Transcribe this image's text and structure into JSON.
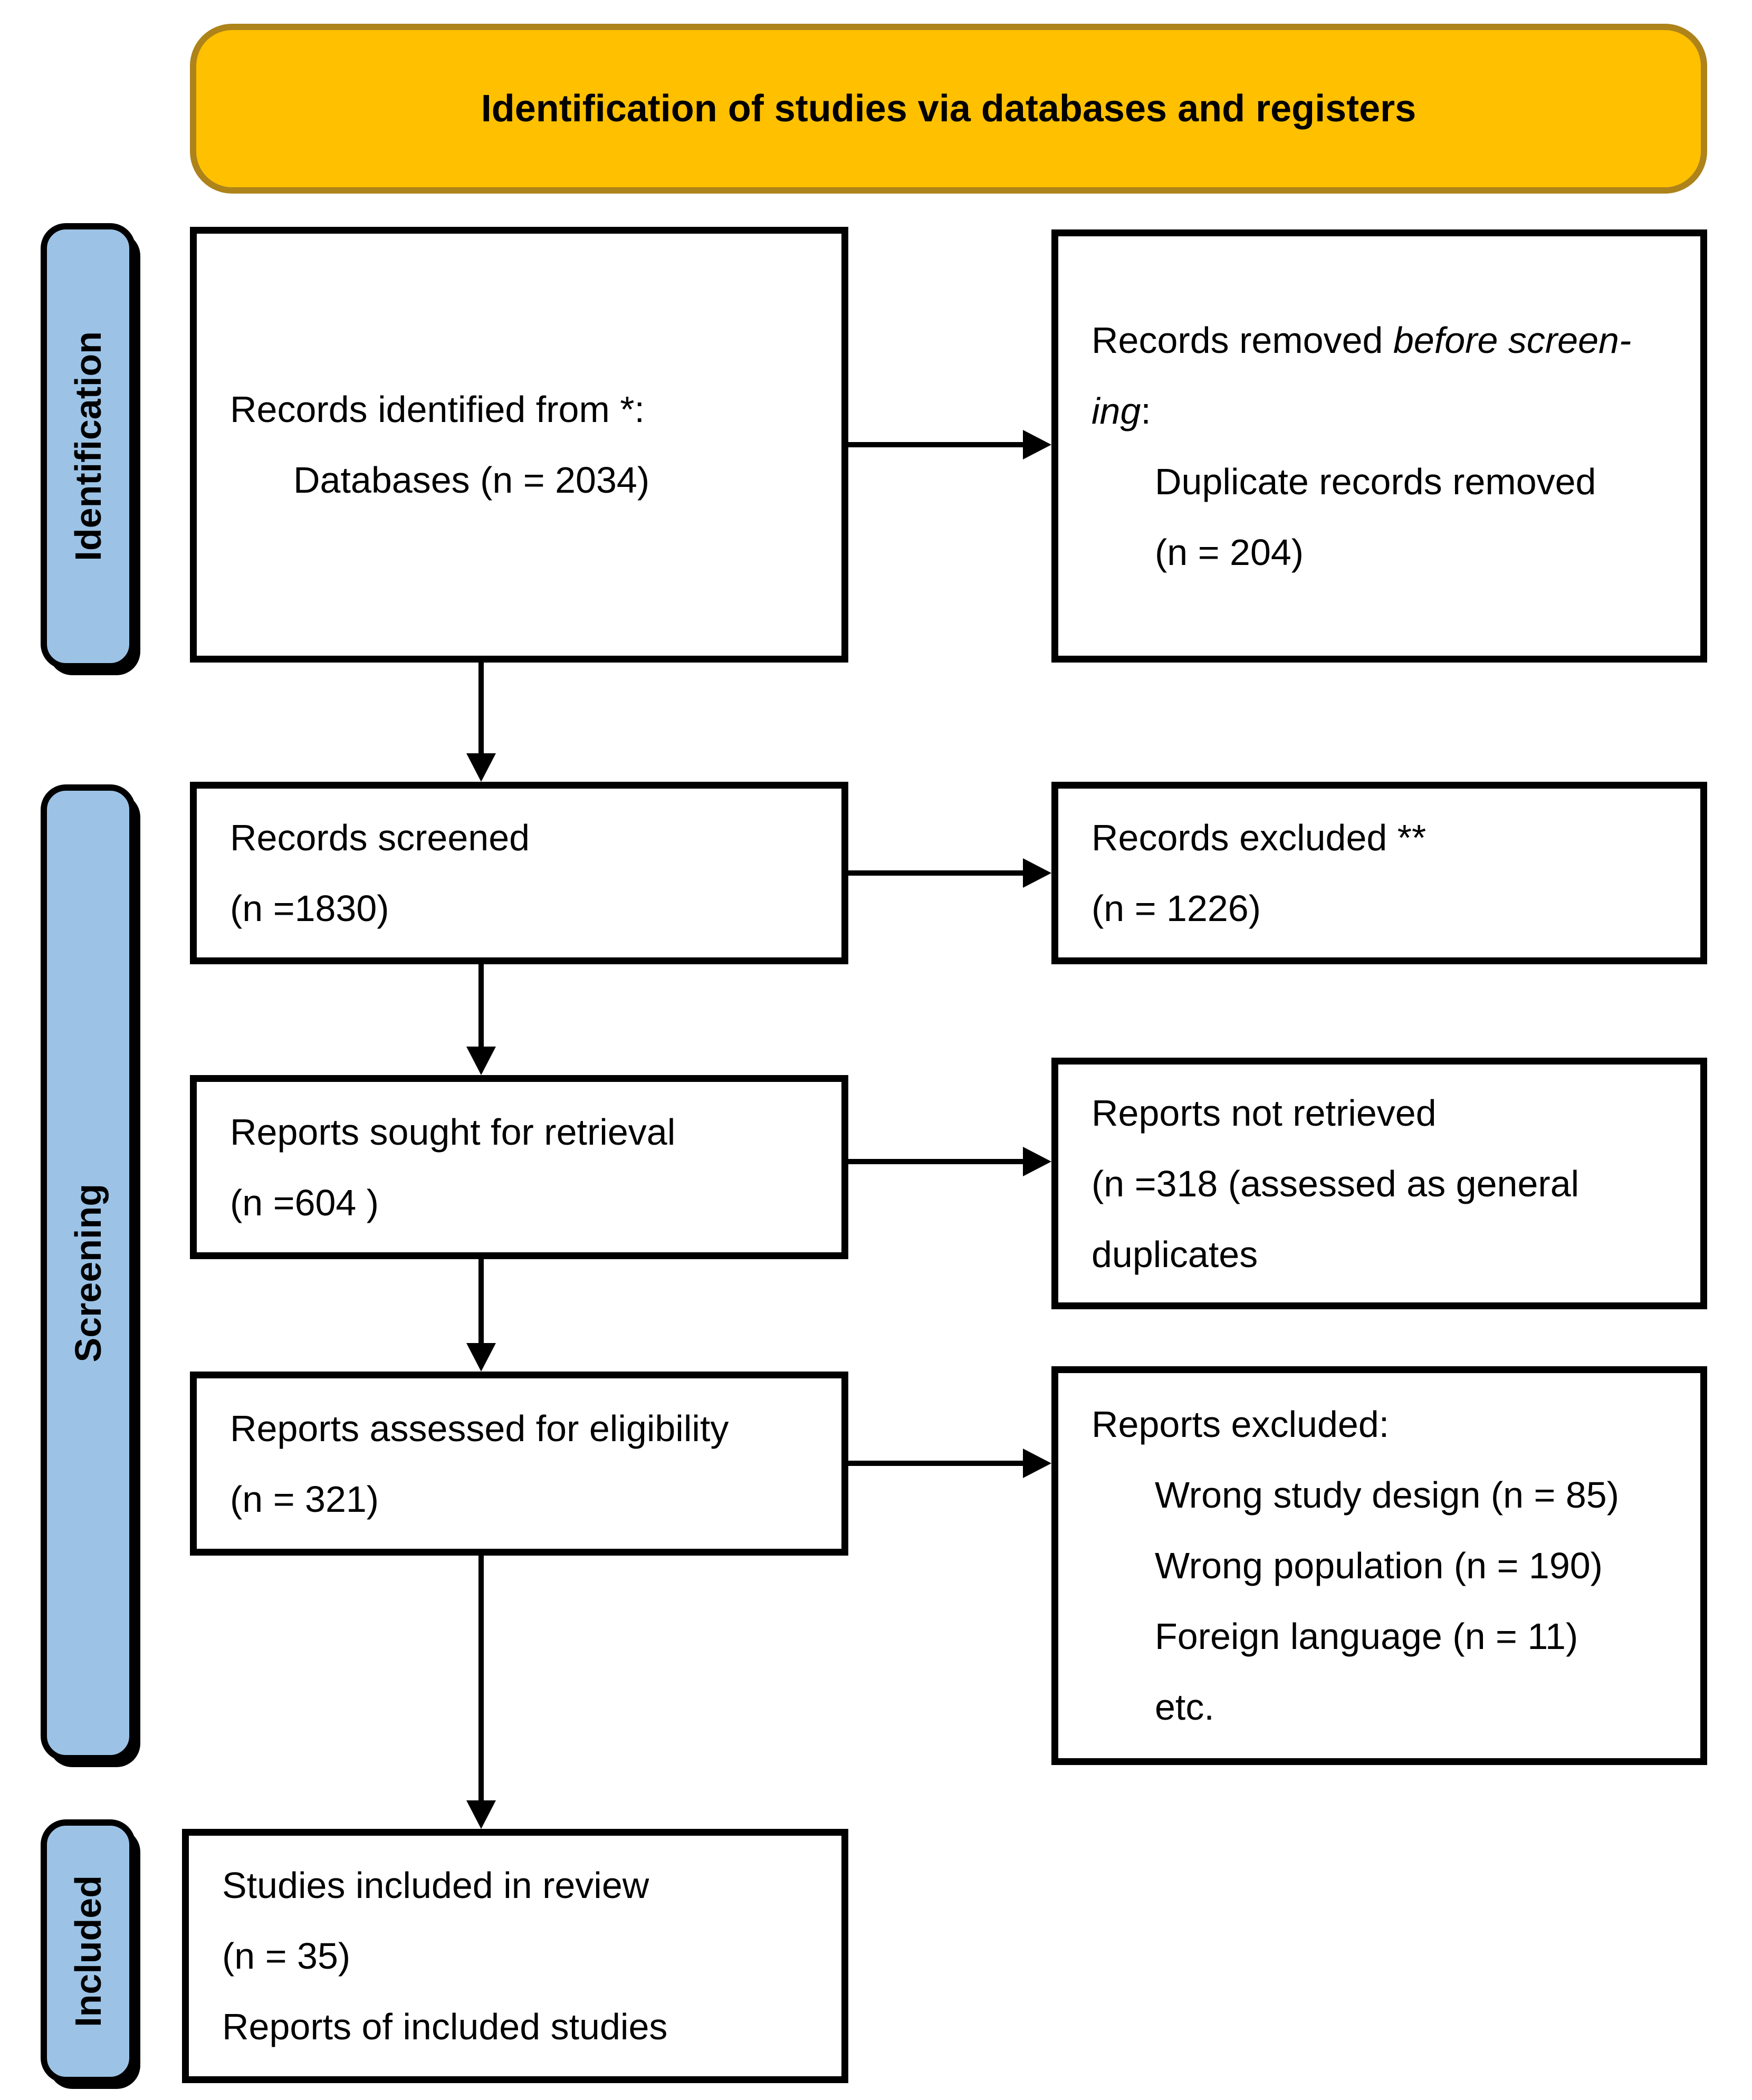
{
  "banner": {
    "title": "Identification of studies via databases and registers",
    "bg_color": "#FFC000",
    "border_color": "#AD831A"
  },
  "sidebar": {
    "bg_color": "#9CC3E6",
    "identification_label": "Identification",
    "screening_label": "Screening",
    "included_label": "Included"
  },
  "boxes": {
    "records_identified": {
      "line1": "Records identified from *:",
      "line2": "Databases (n = 2034)"
    },
    "records_removed": {
      "line1_regular": "Records removed ",
      "line1_italic": "before screen-",
      "line2_italic": "ing",
      "line2_regular": ":",
      "line3": "Duplicate records removed",
      "line4": "(n = 204)"
    },
    "records_screened": {
      "line1": "Records screened",
      "line2": "(n =1830)"
    },
    "records_excluded": {
      "line1": "Records excluded **",
      "line2": "(n = 1226)"
    },
    "reports_sought": {
      "line1": "Reports sought for retrieval",
      "line2": "(n =604 )"
    },
    "reports_not_retrieved": {
      "line1": "Reports not retrieved",
      "line2": "(n =318 (assessed as general",
      "line3": "duplicates"
    },
    "reports_assessed": {
      "line1": "Reports assessed for eligibility",
      "line2": "(n = 321)"
    },
    "reports_excluded": {
      "line1": "Reports excluded:",
      "line2": "Wrong study design (n = 85)",
      "line3": "Wrong population (n = 190)",
      "line4": "Foreign language (n = 11)",
      "line5": "etc."
    },
    "studies_included": {
      "line1": "Studies included in review",
      "line2": "(n = 35)",
      "line3": "Reports of included studies"
    }
  }
}
